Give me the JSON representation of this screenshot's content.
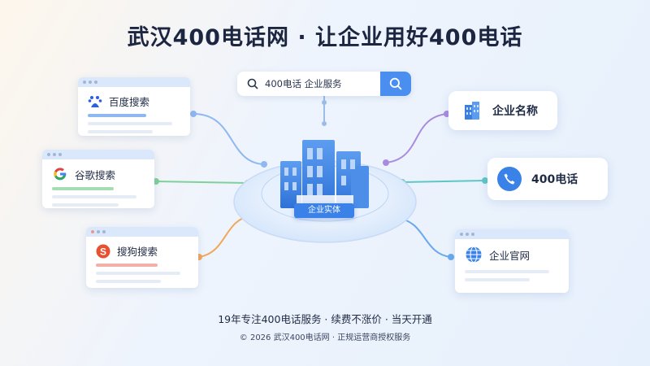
{
  "header": {
    "title": "武汉400电话网 · 让企业用好400电话"
  },
  "search": {
    "query": "400电话 企业服务"
  },
  "left_cards": [
    {
      "label": "百度搜索",
      "icon": "baidu-icon",
      "accent": "#8fb8f0"
    },
    {
      "label": "谷歌搜索",
      "icon": "google-icon",
      "accent": "#a6dcb2"
    },
    {
      "label": "搜狗搜索",
      "icon": "sogou-icon",
      "accent": "#f3b0aa"
    }
  ],
  "right_cards": [
    {
      "label": "企业名称",
      "icon": "building-icon"
    },
    {
      "label": "400电话",
      "icon": "phone-icon"
    },
    {
      "label": "企业官网",
      "icon": "globe-icon"
    }
  ],
  "center": {
    "label": "企业实体"
  },
  "footer": {
    "tagline": "19年专注400电话服务 · 续费不涨价 · 当天开通",
    "copyright": "© 2026 武汉400电话网 · 正规运营商授权服务"
  },
  "colors": {
    "primary": "#3a82e8",
    "purple": "#a98be0",
    "green": "#7fd09a",
    "orange": "#f2a65a",
    "blue": "#6aa9ec"
  }
}
